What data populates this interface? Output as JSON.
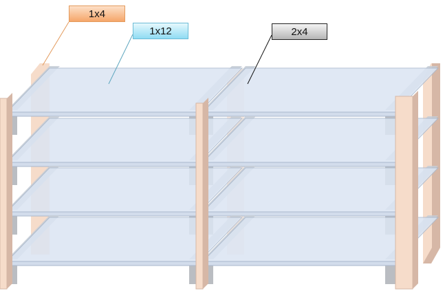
{
  "labels": {
    "board_1x4": "1x4",
    "board_1x12": "1x12",
    "board_2x4": "2x4"
  },
  "colors": {
    "shelf_fill": "#dbe5f3",
    "shelf_edge": "#a9b8cc",
    "beam_fill": "#c5ccd6",
    "beam_shade": "#a9adb3",
    "post_fill": "#f6dcca",
    "post_shade": "#d6b7a6",
    "leader_1x4": "#e39a5c",
    "leader_1x12": "#5fa7bf",
    "leader_2x4": "#111111"
  }
}
